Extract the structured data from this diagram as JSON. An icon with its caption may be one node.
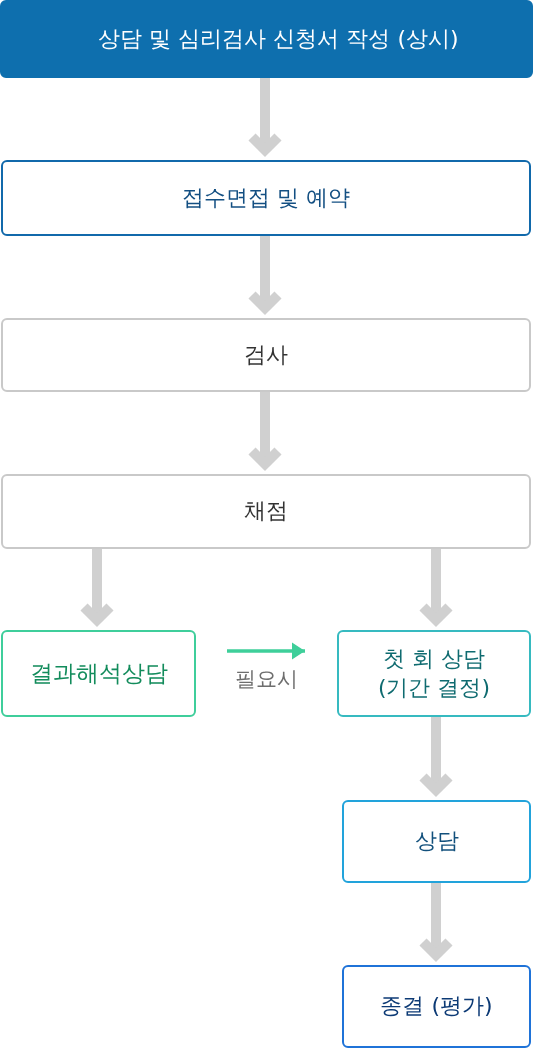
{
  "diagram": {
    "nodes": [
      {
        "text": [
          "상담 및 심리검사 신청서 작성 (상시)"
        ]
      },
      {
        "text": [
          "접수면접 및 예약"
        ]
      },
      {
        "text": [
          "검사"
        ]
      },
      {
        "text": [
          "채점"
        ]
      },
      {
        "text": [
          "결과해석상담"
        ]
      },
      {
        "text": [
          "첫 회 상담 (기간 결정)"
        ]
      },
      {
        "text": [
          "상담"
        ]
      },
      {
        "text": [
          "종결 (평가)"
        ]
      }
    ],
    "edges": [
      {
        "from": 0,
        "to": 1,
        "arrow": "to"
      },
      {
        "from": 1,
        "to": 2,
        "arrow": "to"
      },
      {
        "from": 2,
        "to": 3,
        "arrow": "to"
      },
      {
        "from": 3,
        "to": 4,
        "arrow": "to"
      },
      {
        "from": 3,
        "to": 5,
        "arrow": "to"
      },
      {
        "from": 4,
        "to": 5,
        "arrow": "to",
        "label": "필요시",
        "color": "#3ecf9a"
      },
      {
        "from": 5,
        "to": 6,
        "arrow": "to"
      },
      {
        "from": 6,
        "to": 7,
        "arrow": "to"
      }
    ]
  }
}
